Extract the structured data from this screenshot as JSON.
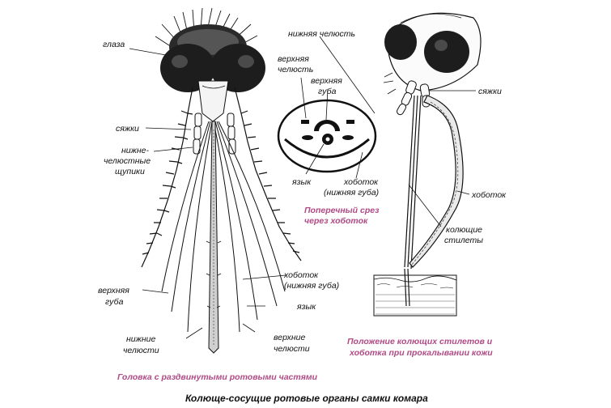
{
  "colors": {
    "ink": "#111111",
    "caption": "#b04a86",
    "background": "#ffffff"
  },
  "labels": {
    "eyes": "глаза",
    "palps_left": "сяжки",
    "maxillary_palps_1": "нижне-",
    "maxillary_palps_2": "челюстные",
    "maxillary_palps_3": "щупики",
    "upper_lip_left_1": "верхняя",
    "upper_lip_left_2": "губа",
    "proboscis_mid_1": "хоботок",
    "proboscis_mid_2": "(нижняя губа)",
    "tongue_left": "язык",
    "lower_jaws_1": "нижние",
    "lower_jaws_2": "челюсти",
    "upper_jaws_1": "верхние",
    "upper_jaws_2": "челюсти",
    "lower_jaw_top": "нижняя челюсть",
    "section_upper_jaw_1": "верхняя",
    "section_upper_jaw_2": "челюсть",
    "section_upper_lip_1": "верхняя",
    "section_upper_lip_2": "губа",
    "section_tongue": "язык",
    "section_proboscis_1": "хоботок",
    "section_proboscis_2": "(нижняя губа)",
    "palps_right": "сяжки",
    "proboscis_right": "хоботок",
    "stylets_1": "колющие",
    "stylets_2": "стилеты"
  },
  "captions": {
    "section_1": "Поперечный срез",
    "section_2": "через  хоботок",
    "position_1": "Положение колющих стилетов и",
    "position_2": "хоботка при прокалывании кожи",
    "head": "Головка с раздвинутыми ротовыми частями"
  },
  "title": "Колюще-сосущие ротовые органы самки комара"
}
